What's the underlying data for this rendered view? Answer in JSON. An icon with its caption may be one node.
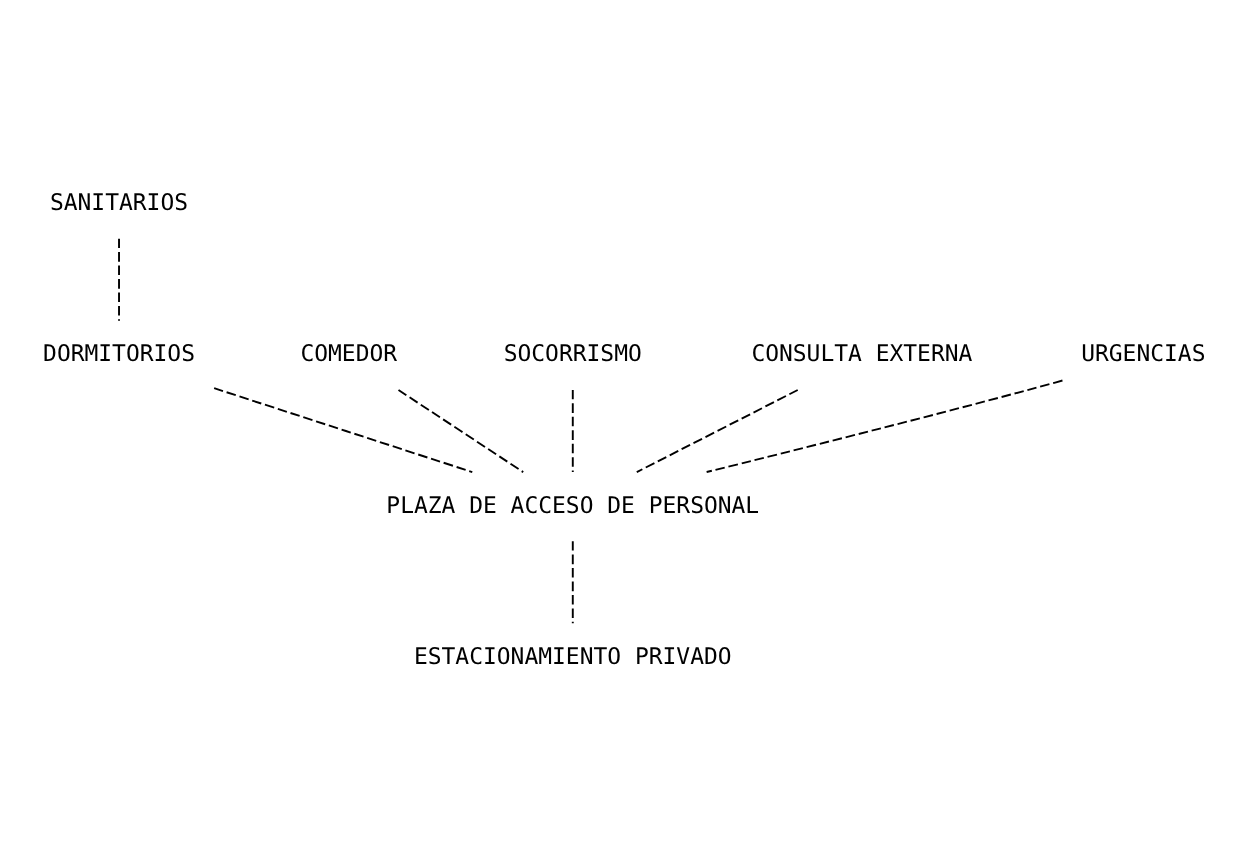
{
  "diagram": {
    "nodes": [
      {
        "text": [
          "SANITARIOS"
        ]
      },
      {
        "text": [
          "COMEDOR"
        ]
      },
      {
        "text": [
          "DORMITORIOS"
        ]
      },
      {
        "text": [
          "SOCORRISMO"
        ]
      },
      {
        "text": [
          "CONSULTA EXTERNA"
        ]
      },
      {
        "text": [
          "URGENCIAS"
        ]
      },
      {
        "text": [
          "PLAZA DE ACCESO DE PERSONAL"
        ]
      },
      {
        "text": [
          "ESTACIONAMIENTO PRIVADO"
        ]
      }
    ],
    "edges": [
      {
        "from": 0,
        "to": 2,
        "arrow": "none",
        "style": "dashed"
      },
      {
        "from": 1,
        "to": 6,
        "arrow": "none",
        "style": "dashed"
      },
      {
        "from": 2,
        "to": 6,
        "arrow": "none",
        "style": "dashed"
      },
      {
        "from": 3,
        "to": 6,
        "arrow": "none",
        "style": "dashed"
      },
      {
        "from": 4,
        "to": 6,
        "arrow": "none",
        "style": "dashed"
      },
      {
        "from": 5,
        "to": 6,
        "arrow": "none",
        "style": "dashed"
      },
      {
        "from": 6,
        "to": 7,
        "arrow": "none",
        "style": "dashed"
      }
    ]
  }
}
